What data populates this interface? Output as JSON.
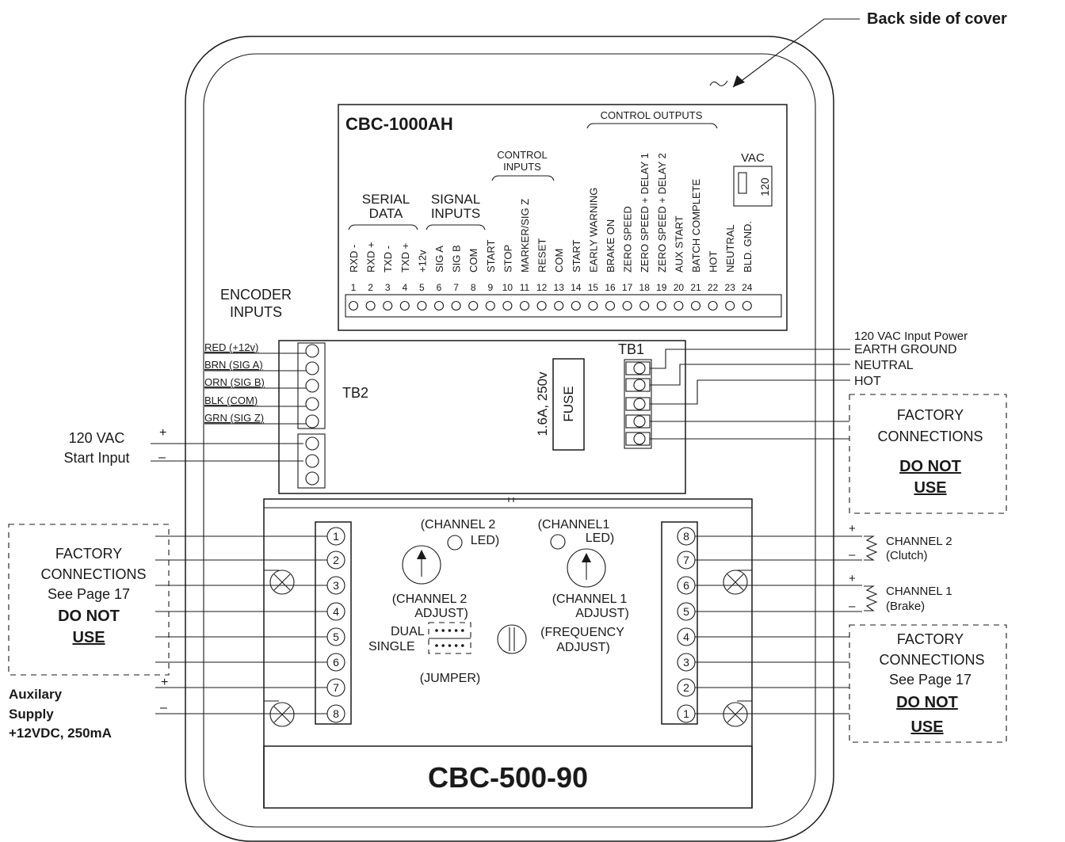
{
  "callout": "Back side of cover",
  "cbc1000": {
    "title": "CBC-1000AH",
    "control_outputs": "CONTROL OUTPUTS",
    "control_inputs": [
      "CONTROL",
      "INPUTS"
    ],
    "serial_data": [
      "SERIAL",
      "DATA"
    ],
    "signal_inputs": [
      "SIGNAL",
      "INPUTS"
    ],
    "vac_label": "VAC",
    "vac_value": "120",
    "terminals": [
      {
        "num": "1",
        "label": "RXD -"
      },
      {
        "num": "2",
        "label": "RXD +"
      },
      {
        "num": "3",
        "label": "TXD -"
      },
      {
        "num": "4",
        "label": "TXD +"
      },
      {
        "num": "5",
        "label": "+12v"
      },
      {
        "num": "6",
        "label": "SIG A"
      },
      {
        "num": "7",
        "label": "SIG B"
      },
      {
        "num": "8",
        "label": "COM"
      },
      {
        "num": "9",
        "label": "START"
      },
      {
        "num": "10",
        "label": "STOP"
      },
      {
        "num": "11",
        "label": "MARKER/SIG Z"
      },
      {
        "num": "12",
        "label": "RESET"
      },
      {
        "num": "13",
        "label": "COM"
      },
      {
        "num": "14",
        "label": "START"
      },
      {
        "num": "15",
        "label": "EARLY WARNING"
      },
      {
        "num": "16",
        "label": "BRAKE ON"
      },
      {
        "num": "17",
        "label": "ZERO SPEED"
      },
      {
        "num": "18",
        "label": "ZERO SPEED + DELAY 1"
      },
      {
        "num": "19",
        "label": "ZERO SPEED + DELAY 2"
      },
      {
        "num": "20",
        "label": "AUX START"
      },
      {
        "num": "21",
        "label": "BATCH COMPLETE"
      },
      {
        "num": "22",
        "label": "HOT"
      },
      {
        "num": "23",
        "label": "NEUTRAL"
      },
      {
        "num": "24",
        "label": "BLD. GND."
      }
    ]
  },
  "encoder": {
    "title": [
      "ENCODER",
      "INPUTS"
    ],
    "wires": [
      "RED (+12v)",
      "BRN (SIG A)",
      "ORN (SIG B)",
      "BLK (COM)",
      "GRN (SIG Z)"
    ],
    "tb2": "TB2"
  },
  "start_input": {
    "label": [
      "120 VAC",
      "Start Input"
    ],
    "plus": "+",
    "minus": "–"
  },
  "fuse": {
    "rating": "1.6A, 250v",
    "label": "FUSE"
  },
  "tb1": {
    "label": "TB1",
    "power_title": "120 VAC Input Power",
    "wires": [
      "EARTH GROUND",
      "NEUTRAL",
      "HOT"
    ]
  },
  "factory_top_right": {
    "lines": [
      "FACTORY",
      "CONNECTIONS"
    ],
    "warning": [
      "DO NOT",
      "USE"
    ]
  },
  "factory_left": {
    "lines": [
      "FACTORY",
      "CONNECTIONS",
      "See Page 17"
    ],
    "warning": [
      "DO NOT",
      "USE"
    ]
  },
  "factory_bottom_right": {
    "lines": [
      "FACTORY",
      "CONNECTIONS",
      "See Page 17"
    ],
    "warning": [
      "DO NOT",
      "USE"
    ]
  },
  "aux_supply": {
    "lines": [
      "Auxilary",
      "Supply",
      "+12VDC, 250mA"
    ],
    "plus": "+",
    "minus": "–"
  },
  "cbc500": {
    "title": "CBC-500-90",
    "left_terminals": [
      "1",
      "2",
      "3",
      "4",
      "5",
      "6",
      "7",
      "8"
    ],
    "right_terminals": [
      "8",
      "7",
      "6",
      "5",
      "4",
      "3",
      "2",
      "1"
    ],
    "ch2_led": [
      "(CHANNEL 2",
      "LED)"
    ],
    "ch1_led": [
      "(CHANNEL1",
      "LED)"
    ],
    "ch2_adjust": [
      "(CHANNEL 2",
      "ADJUST)"
    ],
    "ch1_adjust": [
      "(CHANNEL 1",
      "ADJUST)"
    ],
    "dual": "DUAL",
    "single": "SINGLE",
    "jumper": "(JUMPER)",
    "freq_adjust": [
      "(FREQUENCY",
      "ADJUST)"
    ]
  },
  "channel2_out": {
    "name": "CHANNEL 2",
    "desc": "(Clutch)",
    "plus": "+",
    "minus": "–"
  },
  "channel1_out": {
    "name": "CHANNEL 1",
    "desc": "(Brake)",
    "plus": "+",
    "minus": "–"
  }
}
